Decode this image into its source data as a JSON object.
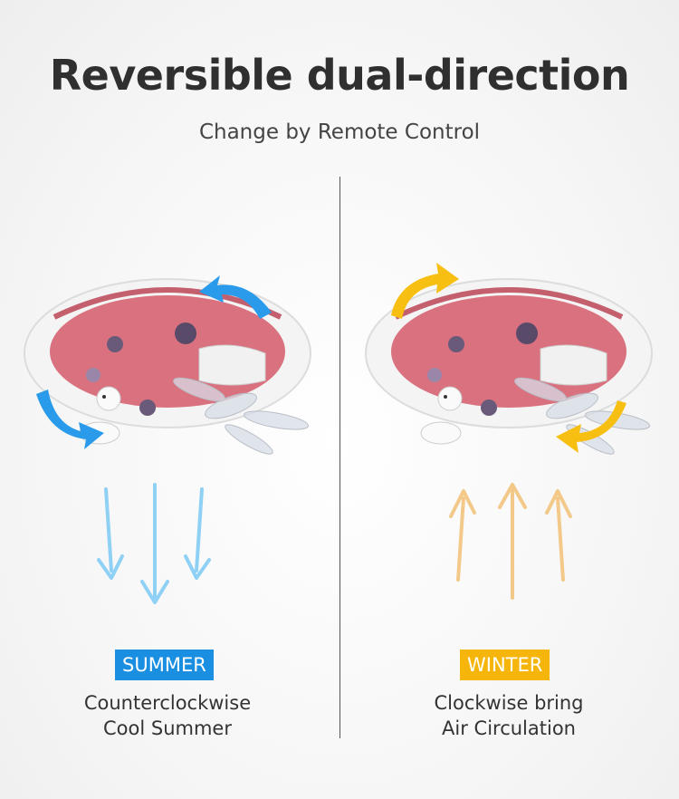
{
  "header": {
    "title": "Reversible dual-direction",
    "subtitle": "Change by Remote Control"
  },
  "panels": [
    {
      "season": "SUMMER",
      "line1": "Counterclockwise",
      "line2": "Cool Summer",
      "accent": "#1a8ee0",
      "rotation_arrow_color": "#2a9bea",
      "airflow_color": "#8fd0f5",
      "airflow_direction": "down"
    },
    {
      "season": "WINTER",
      "line1": "Clockwise bring",
      "line2": "Air Circulation",
      "accent": "#f5b50a",
      "rotation_arrow_color": "#f7bf12",
      "airflow_color": "#f3c98a",
      "airflow_direction": "up"
    }
  ],
  "product": {
    "shade_color": "#d9717f",
    "ring_color": "#f4f4f4"
  }
}
